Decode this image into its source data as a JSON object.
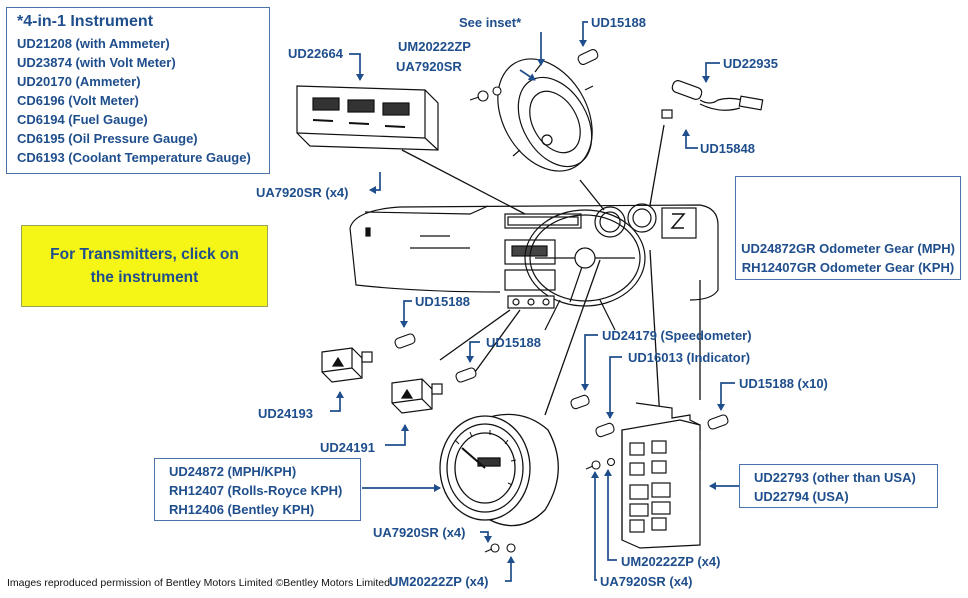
{
  "instrument_box": {
    "title": "*4-in-1 Instrument",
    "items": [
      "UD21208 (with Ammeter)",
      "UD23874 (with Volt Meter)",
      "UD20170 (Ammeter)",
      "CD6196 (Volt Meter)",
      "CD6194 (Fuel Gauge)",
      "CD6195 (Oil Pressure Gauge)",
      "CD6193 (Coolant Temperature Gauge)"
    ]
  },
  "transmitters_button": {
    "line1": "For Transmitters, click on",
    "line2": "the instrument"
  },
  "gear_box": {
    "line1": "UD24872GR Odometer Gear (MPH)",
    "line2": "RH12407GR Odometer Gear (KPH)"
  },
  "speedo_box": {
    "items": [
      "UD24872 (MPH/KPH)",
      "RH12407 (Rolls-Royce KPH)",
      "RH12406 (Bentley KPH)"
    ]
  },
  "usa_box": {
    "items": [
      "UD22793 (other than USA)",
      "UD22794 (USA)"
    ]
  },
  "labels": {
    "ud22664": "UD22664",
    "um20222zp_top": "UM20222ZP",
    "ua7920sr_top": "UA7920SR",
    "see_inset": "See inset*",
    "ud15188_top": "UD15188",
    "ud22935": "UD22935",
    "ud15848": "UD15848",
    "ua7920sr_x4_left": "UA7920SR (x4)",
    "ud15188_mid": "UD15188",
    "ud15188_mid2": "UD15188",
    "ud24193": "UD24193",
    "ud24191": "UD24191",
    "ud24179": "UD24179 (Speedometer)",
    "ud16013": "UD16013 (Indicator)",
    "ud15188_x10": "UD15188 (x10)",
    "ua7920sr_x4_bottom": "UA7920SR (x4)",
    "um20222zp_x4_bottom": "UM20222ZP (x4)",
    "um20222zp_x4_right": "UM20222ZP (x4)",
    "ua7920sr_x4_right": "UA7920SR (x4)"
  },
  "credit": "Images reproduced permission of Bentley Motors Limited ©Bentley Motors Limited",
  "colors": {
    "label": "#1f4e8c",
    "button_bg": "#f5f516",
    "box_border": "#4a74a8"
  }
}
